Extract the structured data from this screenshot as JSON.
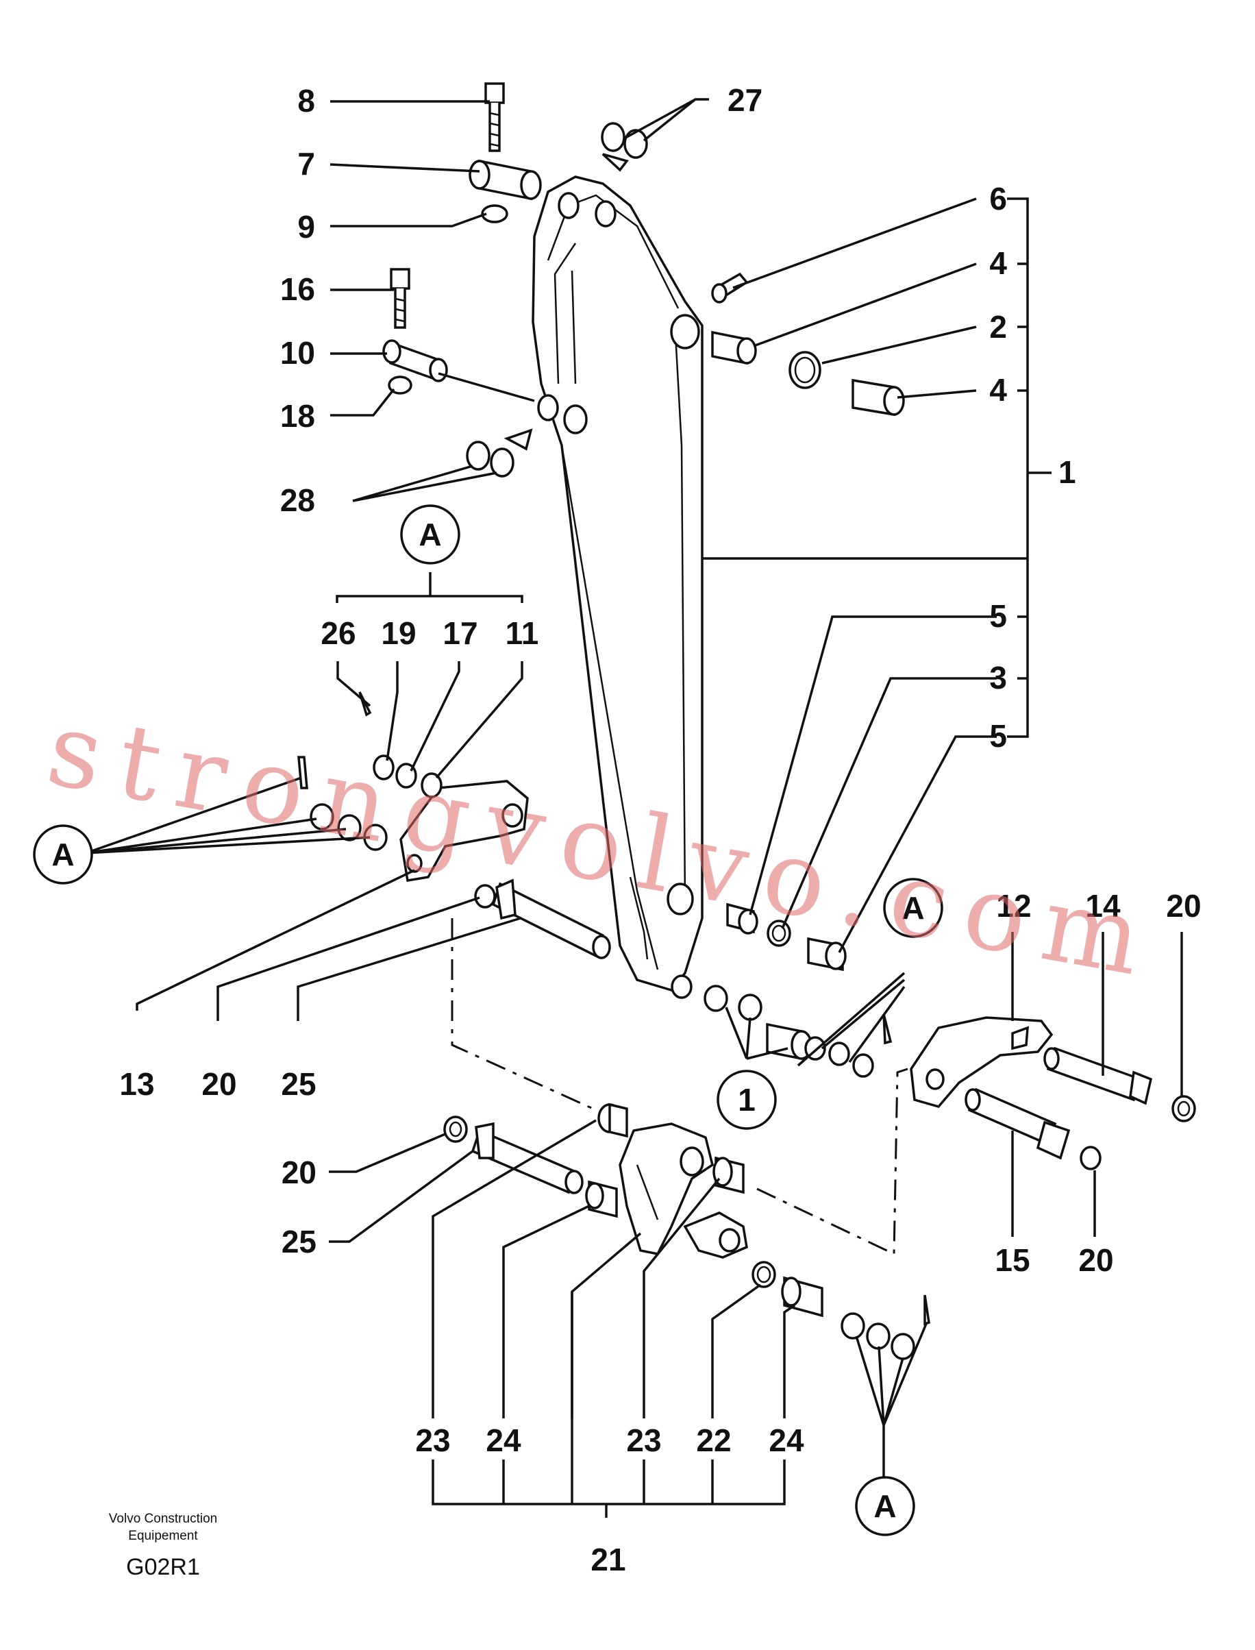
{
  "labels": {
    "l8": "8",
    "l7": "7",
    "l9": "9",
    "l16": "16",
    "l10": "10",
    "l18": "18",
    "l28": "28",
    "l27": "27",
    "l6": "6",
    "l4a": "4",
    "l2": "2",
    "l4b": "4",
    "l1": "1",
    "l26": "26",
    "l19": "19",
    "l17": "17",
    "l11": "11",
    "l5a": "5",
    "l3": "3",
    "l5b": "5",
    "l13": "13",
    "l20a": "20",
    "l25a": "25",
    "l12": "12",
    "l14": "14",
    "l20b": "20",
    "l15": "15",
    "l20c": "20",
    "l20d": "20",
    "l25b": "25",
    "l23a": "23",
    "l24a": "24",
    "l23b": "23",
    "l22": "22",
    "l24b": "24",
    "l21": "21"
  },
  "callouts": {
    "a_top": "A",
    "a_left": "A",
    "a_mid": "A",
    "a_bottom": "A",
    "one_bottom": "1"
  },
  "footer": {
    "company_line1": "Volvo Construction",
    "company_line2": "Equipement",
    "code": "G02R1"
  },
  "watermark": "strongvolvo.com"
}
